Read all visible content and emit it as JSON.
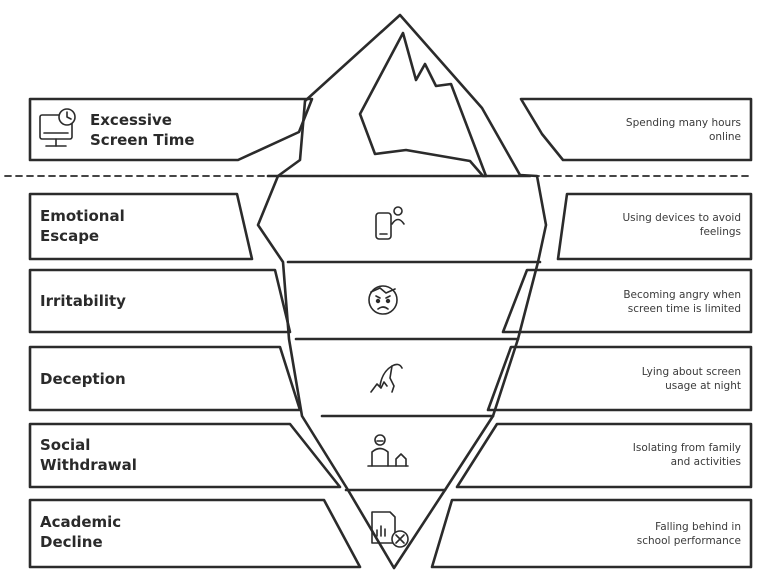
{
  "tip": {
    "icon": "computer-clock-icon",
    "title_lines": [
      "Excessive",
      "Screen Time"
    ],
    "description_lines": [
      "Spending many hours",
      "online"
    ]
  },
  "layers": [
    {
      "key": "emotional",
      "icon": "phone-person-icon",
      "title_lines": [
        "Emotional",
        "Escape"
      ],
      "description_lines": [
        "Using devices to avoid",
        "feelings"
      ]
    },
    {
      "key": "irritability",
      "icon": "angry-face-icon",
      "title_lines": [
        "Irritability"
      ],
      "description_lines": [
        "Becoming angry when",
        "screen time is limited"
      ]
    },
    {
      "key": "deception",
      "icon": "hand-lying-icon",
      "title_lines": [
        "Deception"
      ],
      "description_lines": [
        "Lying about screen",
        "usage at night"
      ]
    },
    {
      "key": "social",
      "icon": "isolated-person-icon",
      "title_lines": [
        "Social",
        "Withdrawal"
      ],
      "description_lines": [
        "Isolating from family",
        "and activities"
      ]
    },
    {
      "key": "academic",
      "icon": "report-cross-icon",
      "title_lines": [
        "Academic",
        "Decline"
      ],
      "description_lines": [
        "Falling behind in",
        "school performance"
      ]
    }
  ]
}
